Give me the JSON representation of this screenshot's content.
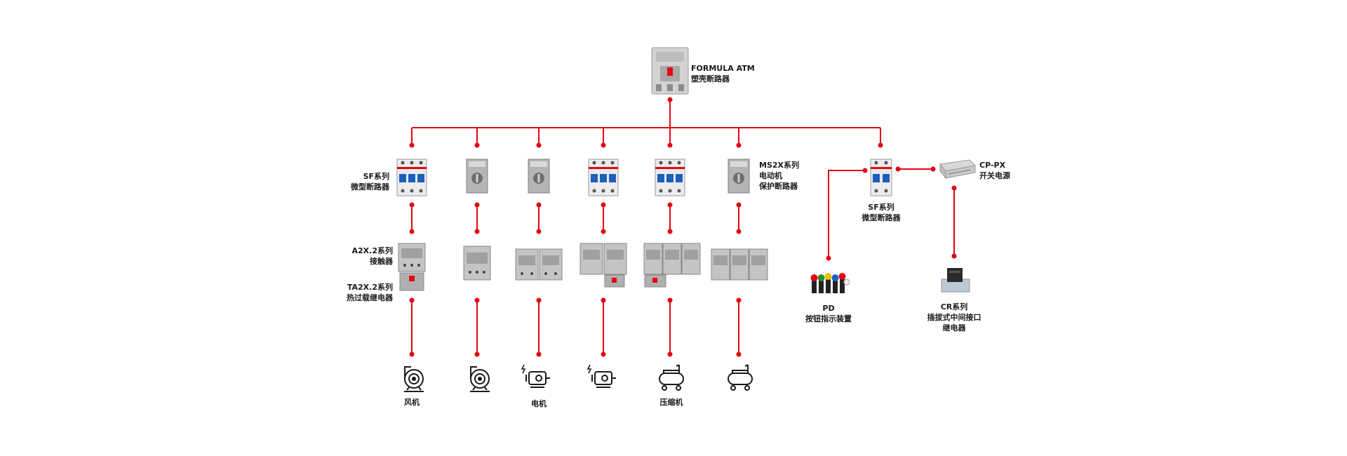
{
  "colors": {
    "wire": "#e30613",
    "device": "#c8c8c8",
    "icon": "#1a1a1a"
  },
  "main_breaker": {
    "model": "FORMULA ATM",
    "name": "塑壳断路器"
  },
  "sf_breaker": {
    "series": "SF系列",
    "name": "微型断路器"
  },
  "ms2x_breaker": {
    "series": "MS2X系列",
    "line2": "电动机",
    "line3": "保护断路器"
  },
  "contactor": {
    "series": "A2X.2系列",
    "name": "接触器"
  },
  "overload_relay": {
    "series": "TA2X.2系列",
    "name": "热过载继电器"
  },
  "sf_breaker_right": {
    "series": "SF系列",
    "name": "微型断路器"
  },
  "power_supply": {
    "model": "CP-PX",
    "name": "开关电源"
  },
  "pilot_device": {
    "model": "PD",
    "name": "按钮指示装置"
  },
  "relay": {
    "series": "CR系列",
    "line2": "插拔式中间接口",
    "line3": "继电器"
  },
  "loads": {
    "fan": "风机",
    "motor": "电机",
    "compressor": "压缩机"
  },
  "icons": [
    "fan-icon",
    "motor-icon",
    "compressor-icon"
  ]
}
